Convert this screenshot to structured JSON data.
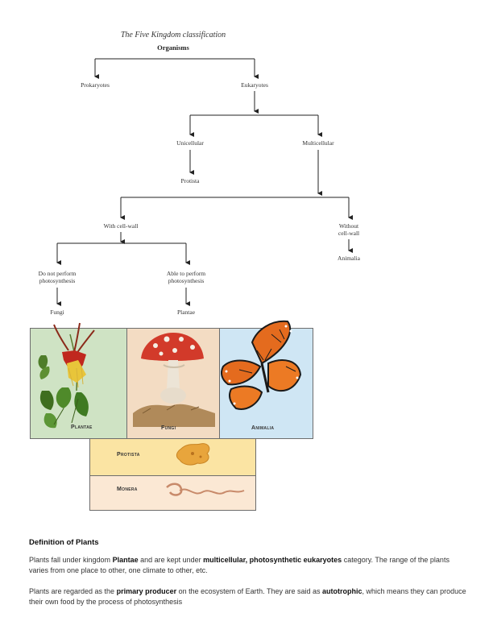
{
  "diagram": {
    "title": "The Five Kingdom classification",
    "root": "Organisms",
    "nodes": {
      "prokaryotes": "Prokaryotes",
      "eukaryotes": "Eukaryotes",
      "unicellular": "Unicellular",
      "multicellular": "Multicellular",
      "protista": "Protista",
      "with_cell_wall": "With cell-wall",
      "without_cell_wall_1": "Without",
      "without_cell_wall_2": "cell-wall",
      "animalia": "Animalia",
      "no_photo_1": "Do not perform",
      "no_photo_2": "photosynthesis",
      "photo_1": "Able to perform",
      "photo_2": "photosynthesis",
      "fungi": "Fungi",
      "plantae": "Plantae"
    }
  },
  "illustration": {
    "panels": {
      "plantae": {
        "label": "Plantae",
        "color": "#cfe3c4"
      },
      "fungi": {
        "label": "Fungi",
        "color": "#f3dcc3"
      },
      "animalia": {
        "label": "Animalia",
        "color": "#cfe6f4"
      },
      "protista": {
        "label": "Protista",
        "color": "#fbe4a3"
      },
      "monera": {
        "label": "Monera",
        "color": "#fbe8d4"
      }
    }
  },
  "text": {
    "heading": "Definition of Plants",
    "p1": {
      "a": "Plants fall under kingdom ",
      "b": "Plantae",
      "c": " and are kept under ",
      "d": "multicellular, photosynthetic eukaryotes",
      "e": " category. The range of the plants varies from one place to other, one climate to other, etc."
    },
    "p2": {
      "a": "Plants are regarded as the ",
      "b": "primary producer",
      "c": " on the ecosystem of Earth. They are said as ",
      "d": "autotrophic",
      "e": ", which means they can produce their own food by the process of photosynthesis"
    }
  }
}
